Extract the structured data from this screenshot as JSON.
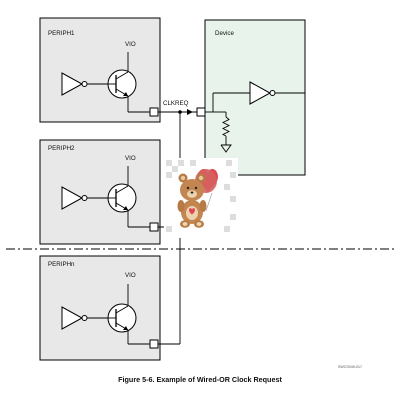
{
  "blocks": {
    "periph1": "PERIPH1",
    "periph2": "PERIPH2",
    "periphn": "PERIPHn",
    "device": "Device"
  },
  "labels": {
    "vio": "VIO",
    "clkreq": "CLKREQ"
  },
  "figure": {
    "doc_code": "SWCS049-017",
    "caption": "Figure 5-6. Example of Wired-OR Clock Request"
  },
  "colors": {
    "periph_fill": "#e8e8e8",
    "device_fill": "#e8f3ec",
    "heart": "#e0464e"
  },
  "overlay": {
    "icon": "teddy-bear-with-heart-balloon-icon"
  }
}
